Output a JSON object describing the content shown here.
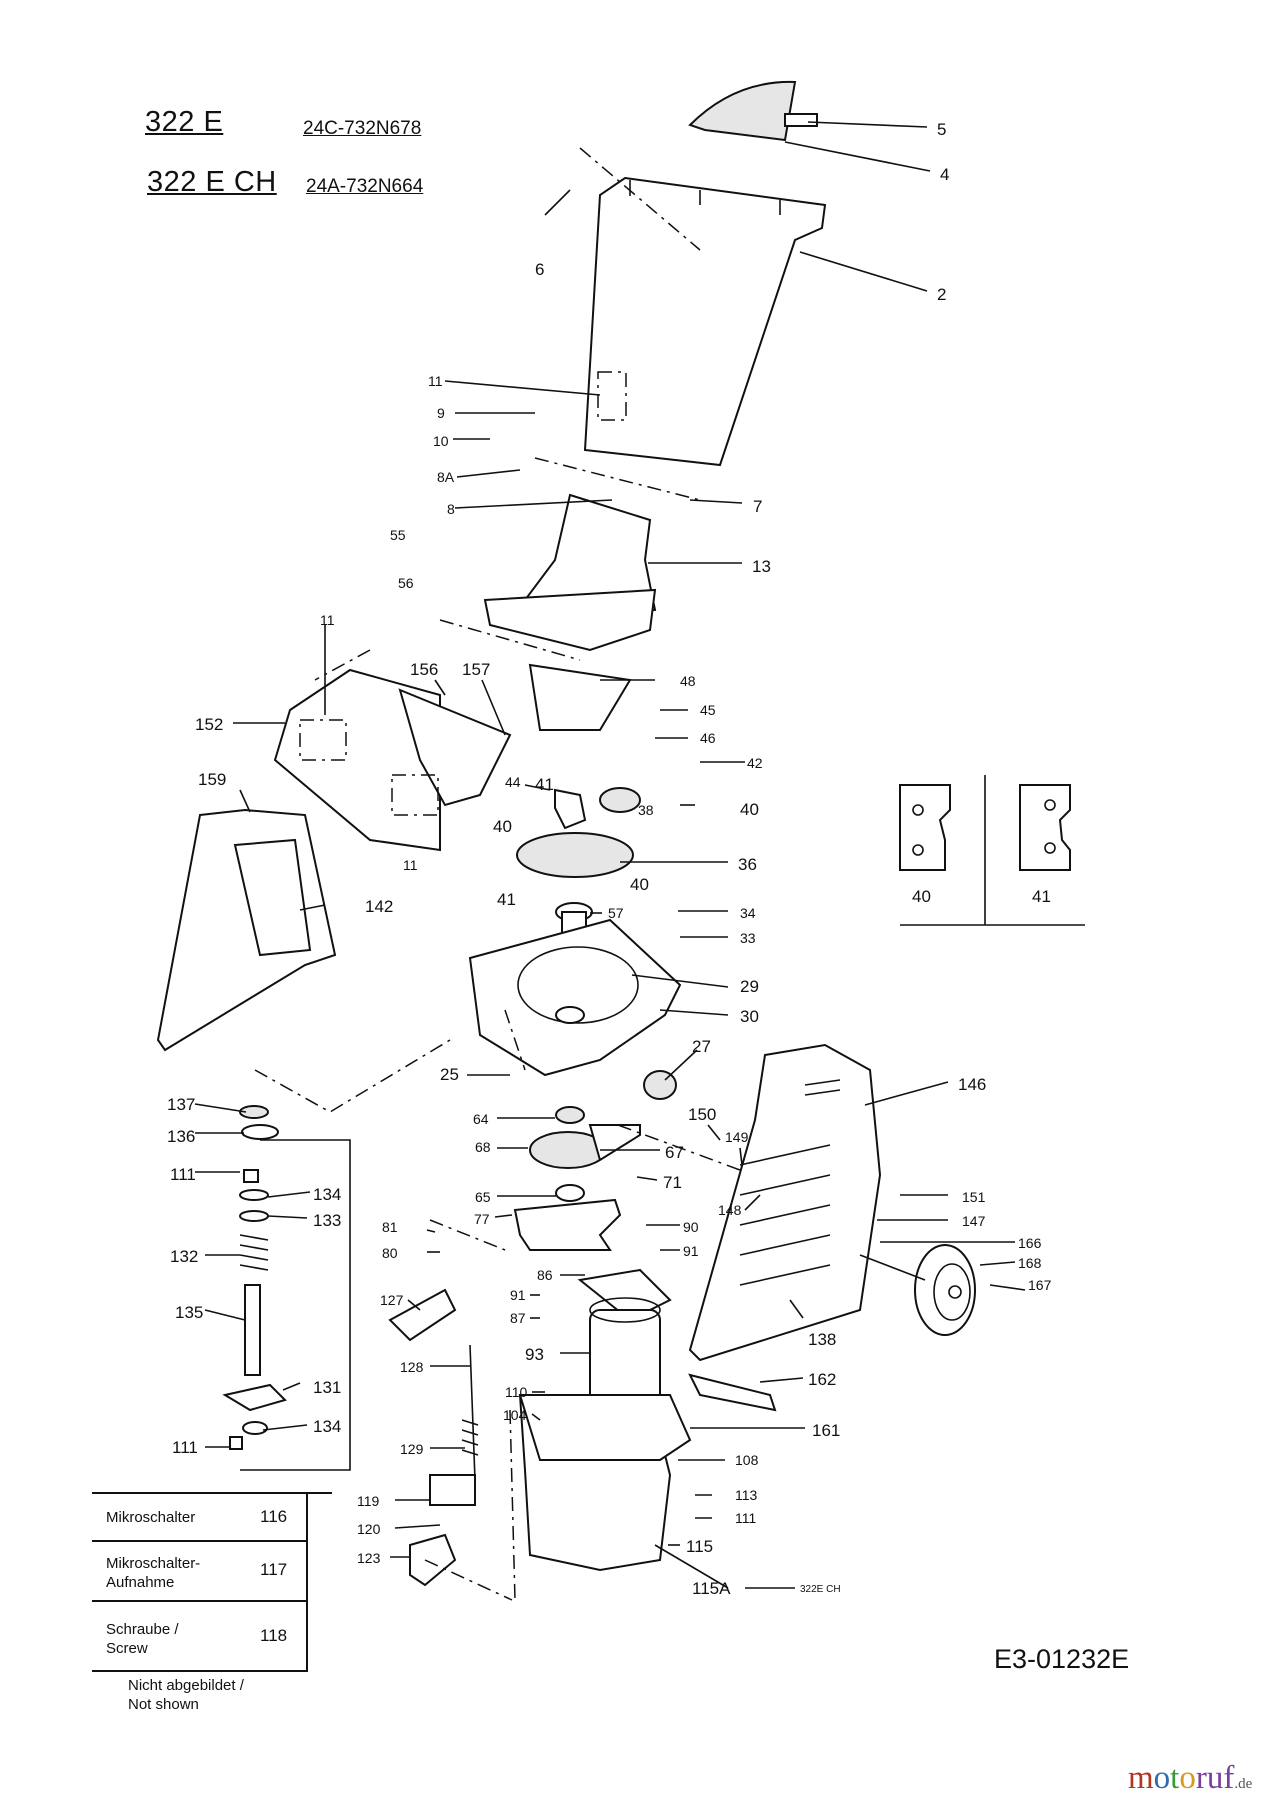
{
  "header": {
    "model_1": "322 E",
    "code_1": "24C-732N678",
    "model_2": "322 E CH",
    "code_2": "24A-732N664"
  },
  "callouts": [
    "5",
    "4",
    "2",
    "6",
    "11",
    "9",
    "10",
    "8A",
    "8",
    "7",
    "55",
    "13",
    "56",
    "11",
    "156",
    "157",
    "48",
    "152",
    "45",
    "46",
    "42",
    "159",
    "44",
    "41",
    "38",
    "40",
    "40",
    "36",
    "41",
    "40",
    "142",
    "11",
    "57",
    "34",
    "33",
    "29",
    "30",
    "25",
    "27",
    "146",
    "137",
    "64",
    "150",
    "136",
    "68",
    "149",
    "67",
    "111",
    "134",
    "65",
    "71",
    "148",
    "151",
    "133",
    "81",
    "90",
    "147",
    "77",
    "80",
    "91",
    "166",
    "132",
    "168",
    "86",
    "167",
    "127",
    "91",
    "135",
    "87",
    "93",
    "138",
    "128",
    "162",
    "110",
    "131",
    "104",
    "161",
    "134",
    "111",
    "129",
    "108",
    "119",
    "113",
    "111",
    "120",
    "115",
    "123",
    "115A"
  ],
  "callout_note": "322E CH",
  "inset": {
    "label_left": "40",
    "label_right": "41"
  },
  "legend": [
    {
      "name": "Mikroschalter",
      "num": "116"
    },
    {
      "name": "Mikroschalter-\nAufnahme",
      "num": "117"
    },
    {
      "name": "Schraube /\nScrew",
      "num": "118"
    }
  ],
  "not_shown": "Nicht abgebildet /\nNot shown",
  "reference": "E3-01232E",
  "brand": {
    "p1": "m",
    "p2": "o",
    "p3": "t",
    "p4": "o",
    "p5": "ruf",
    "suffix": ".de"
  }
}
